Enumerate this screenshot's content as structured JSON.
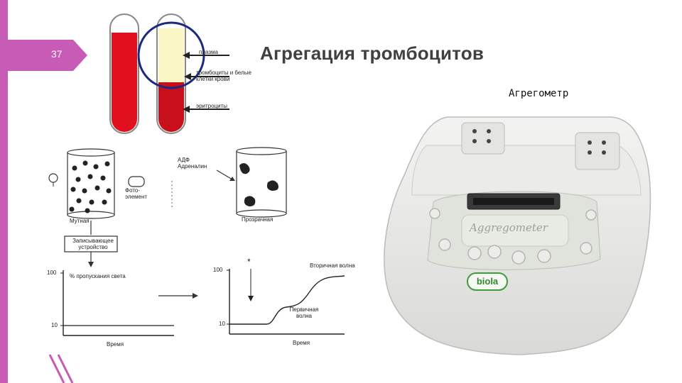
{
  "slide": {
    "number": "37",
    "title": "Агрегация тромбоцитов",
    "device_caption": "Агрегометр",
    "accent_color": "#c85bb5"
  },
  "tubes": {
    "labels": [
      "плазма",
      "тромбоциты и белые клетки крови",
      "эритроциты"
    ]
  },
  "diagram": {
    "before_label": "Мутная",
    "after_label": "Прозрачная",
    "photo_label": "Фото-элемент",
    "reagents": "АДФ Адреналин",
    "recorder": "Записывающее устройство",
    "ylabel": "% пропускания света",
    "y_top": "100",
    "y_bottom": "10",
    "xlabel": "Время",
    "primary_wave": "Первичная волна",
    "secondary_wave": "Вторичная волна",
    "marker": "*"
  },
  "device": {
    "screen_text": "Aggregometer",
    "brand": "biola"
  }
}
